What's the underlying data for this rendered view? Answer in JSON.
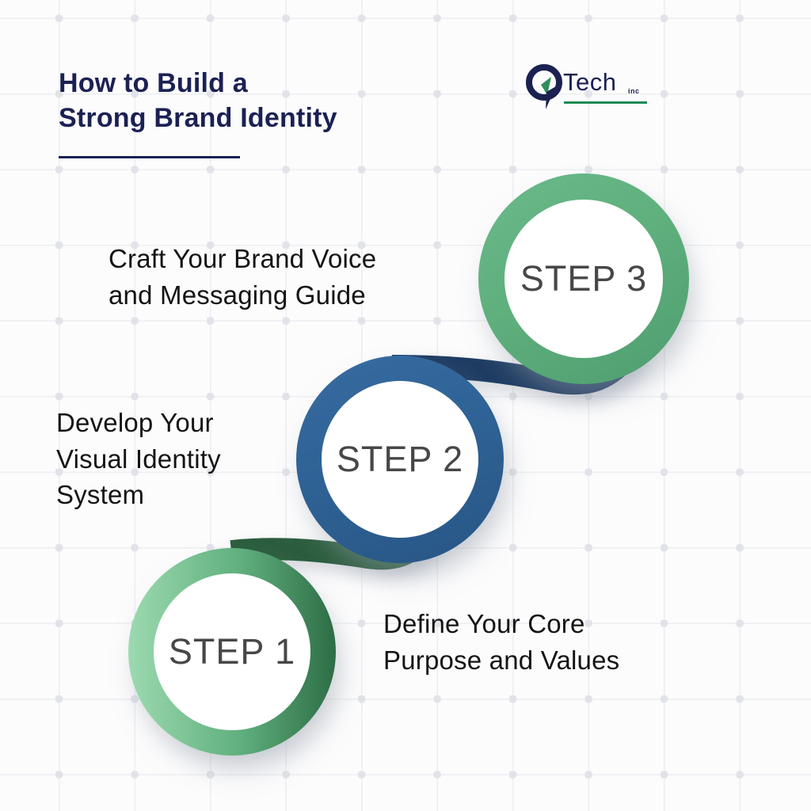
{
  "header": {
    "title": "How to Build a\nStrong Brand Identity",
    "title_color": "#1b2153"
  },
  "logo": {
    "brand": "Tech",
    "suffix": "inc",
    "icon": "q-leaf-mark",
    "navy": "#1b2150",
    "green": "#1e8a55"
  },
  "steps": [
    {
      "label": "STEP 1",
      "description": "Define Your Core\nPurpose and Values",
      "ring_gradient_start": "#9cdaaf",
      "ring_gradient_end": "#2d6d45",
      "description_side": "right"
    },
    {
      "label": "STEP 2",
      "description": "Develop Your\nVisual Identity\nSystem",
      "ring_color": "#2e6194",
      "description_side": "left"
    },
    {
      "label": "STEP 3",
      "description": "Craft Your Brand Voice\nand Messaging Guide",
      "ring_color": "#5fb07d",
      "description_side": "left"
    }
  ],
  "connectors": {
    "top_entry_bar_color": "#539c71",
    "step3_to_step2_color": "#1f3d63",
    "step2_to_step1_color": "#2b5e3e"
  },
  "label_text_color": "#474747",
  "description_text_color": "#141414",
  "background_grid_color": "#eceef2"
}
